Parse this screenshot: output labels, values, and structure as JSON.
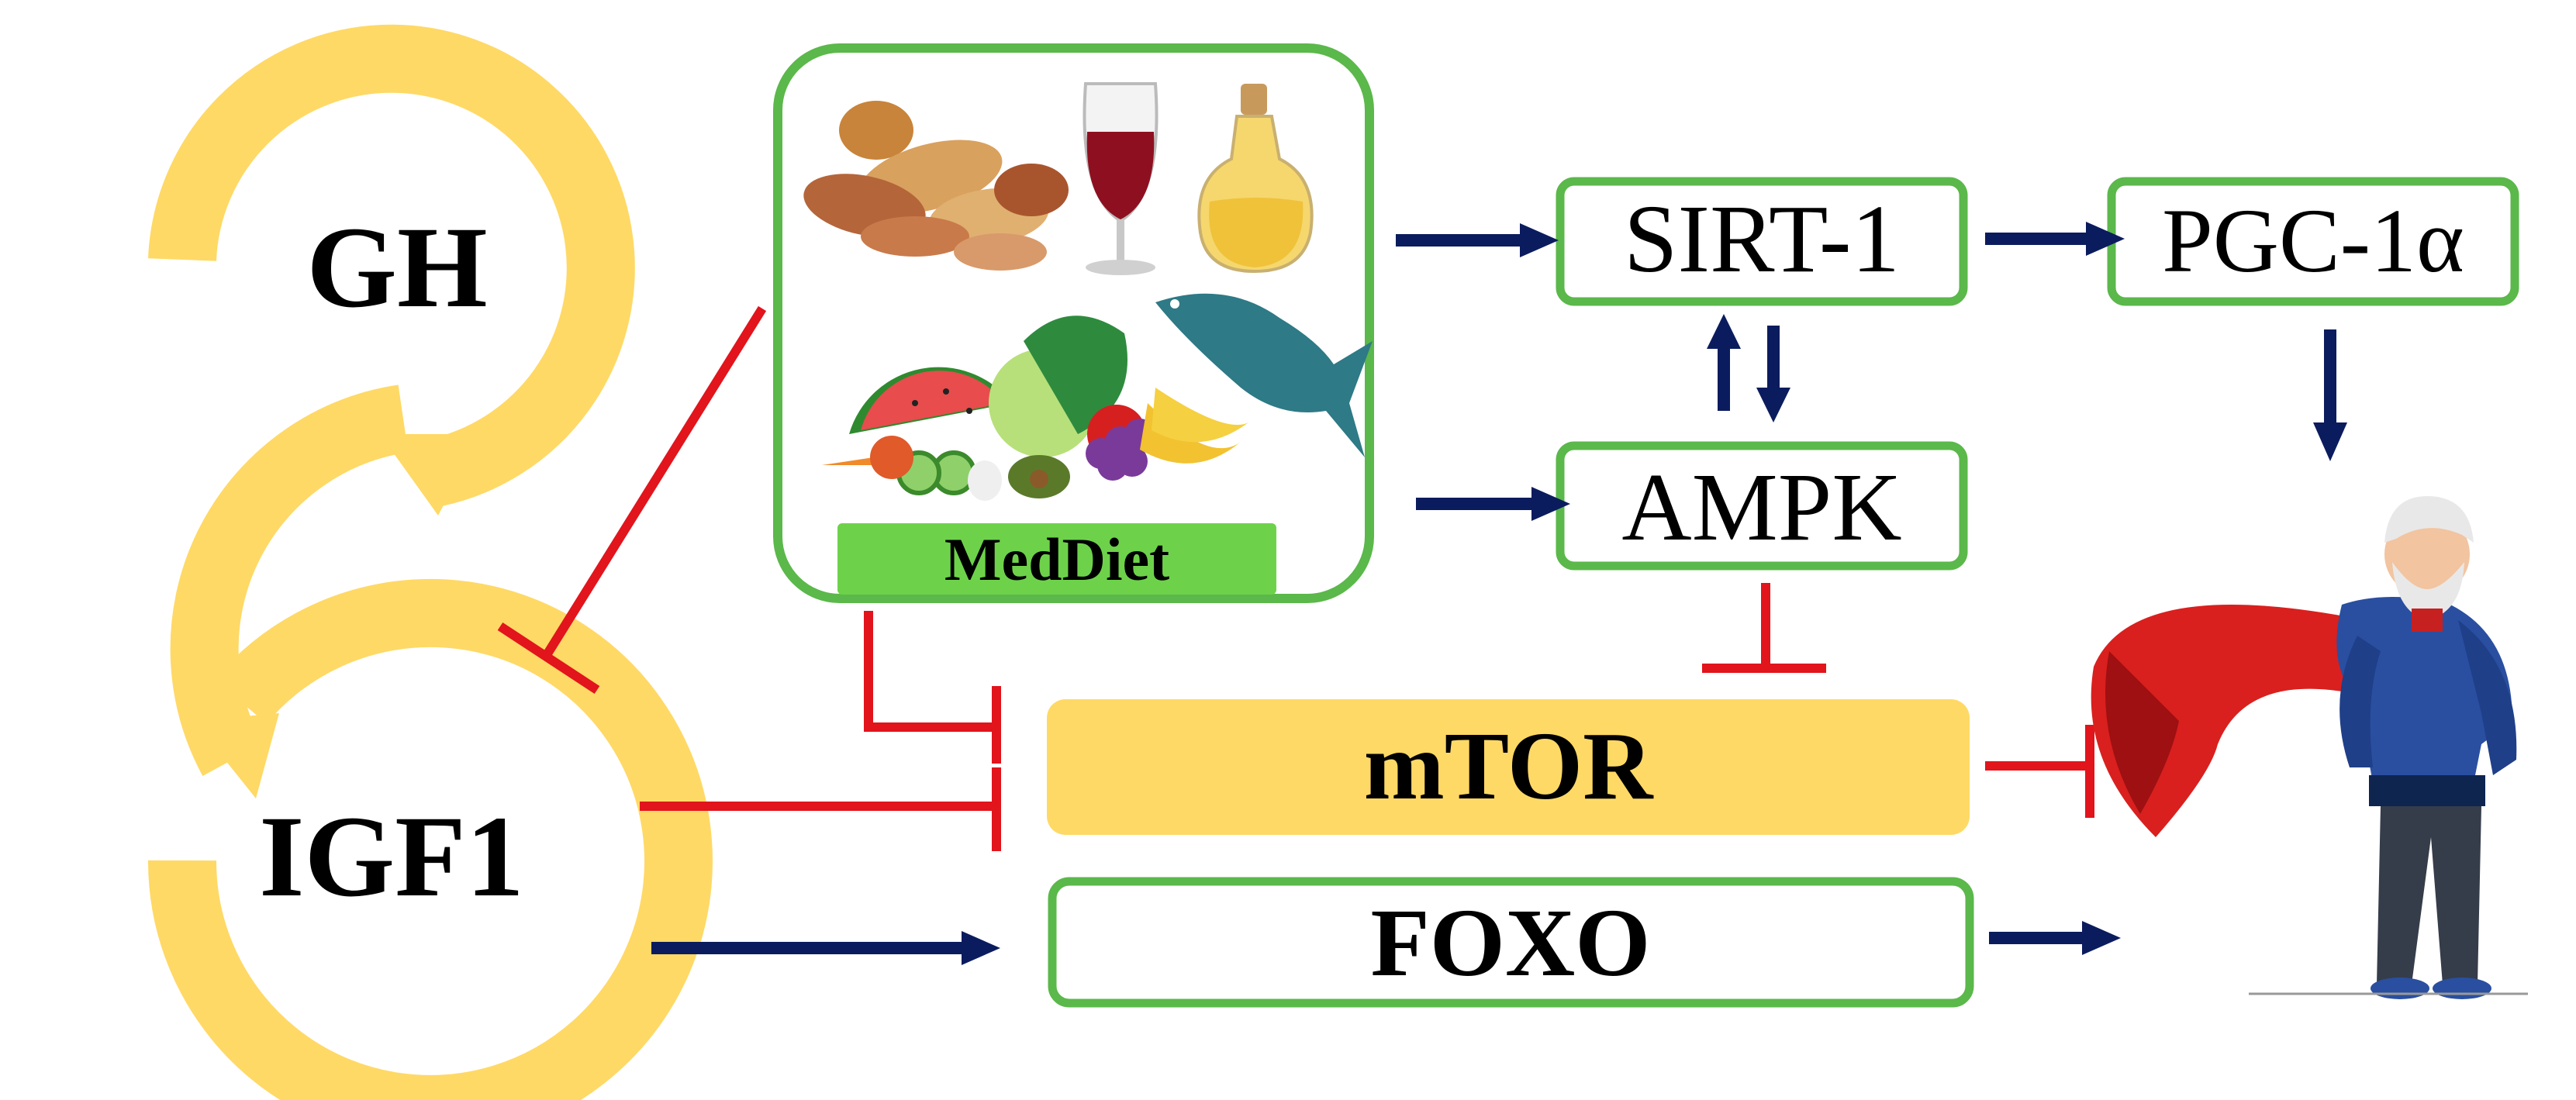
{
  "labels": {
    "gh": "GH",
    "igf1": "IGF1",
    "meddiet": "MedDiet",
    "sirt1": "SIRT-1",
    "pgc1a": "PGC-1α",
    "ampk": "AMPK",
    "mtor": "mTOR",
    "foxo": "FOXO"
  },
  "colors": {
    "feedback_loop": "#FFD966",
    "box_border": "#5BB84A",
    "meddiet_label_bg": "#6DD24A",
    "mtor_fill": "#FFD966",
    "inhibition": "#E2141C",
    "activation": "#0B1C5E"
  },
  "icons": {
    "nuts": "nuts-icon",
    "wine": "wine-glass-icon",
    "oil": "olive-oil-bottle-icon",
    "produce": "fruits-vegetables-icon",
    "fish": "fish-icon",
    "elderly_hero": "elderly-superhero-icon"
  },
  "relations": [
    {
      "from": "MedDiet",
      "to": "SIRT-1",
      "type": "activation"
    },
    {
      "from": "MedDiet",
      "to": "AMPK",
      "type": "activation"
    },
    {
      "from": "SIRT-1",
      "to": "PGC-1α",
      "type": "activation"
    },
    {
      "from": "SIRT-1",
      "to": "AMPK",
      "type": "bidirectional"
    },
    {
      "from": "PGC-1α",
      "to": "longevity",
      "type": "activation"
    },
    {
      "from": "AMPK",
      "to": "mTOR",
      "type": "inhibition"
    },
    {
      "from": "MedDiet",
      "to": "IGF1",
      "type": "inhibition"
    },
    {
      "from": "MedDiet",
      "to": "mTOR",
      "type": "inhibition"
    },
    {
      "from": "IGF1",
      "to": "mTOR",
      "type": "inhibition"
    },
    {
      "from": "IGF1",
      "to": "FOXO",
      "type": "activation"
    },
    {
      "from": "mTOR",
      "to": "longevity",
      "type": "inhibition"
    },
    {
      "from": "FOXO",
      "to": "longevity",
      "type": "activation"
    }
  ]
}
